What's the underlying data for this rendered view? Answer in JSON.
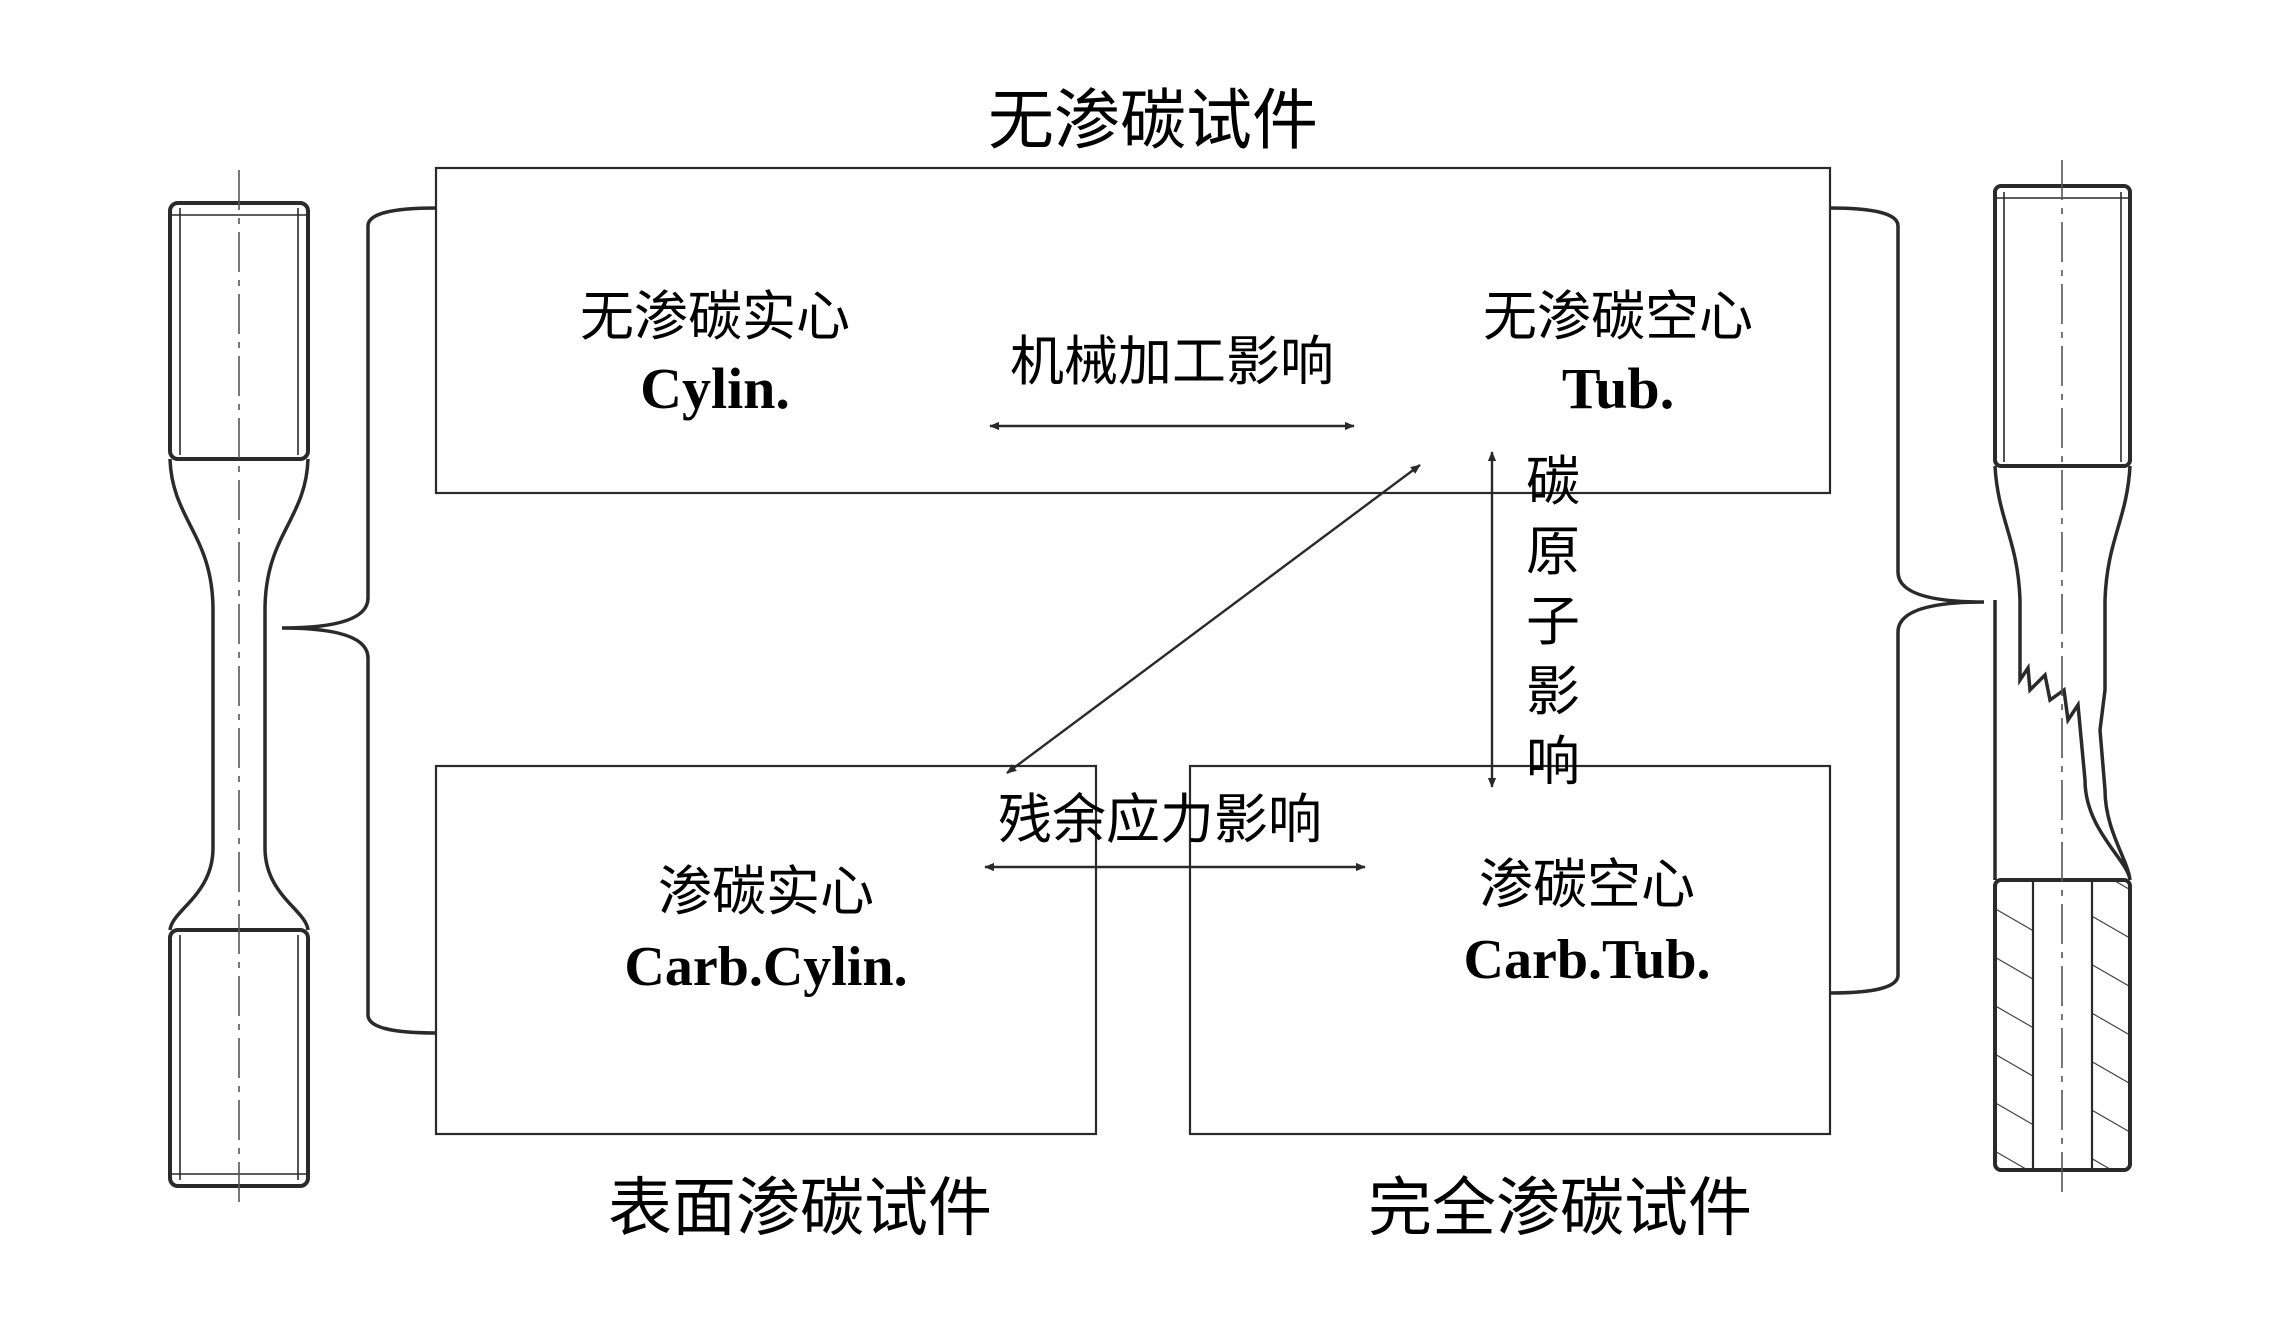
{
  "titles": {
    "top": "无渗碳试件",
    "bottom_left": "表面渗碳试件",
    "bottom_right": "完全渗碳试件"
  },
  "boxes": {
    "uncarb_solid": {
      "cn": "无渗碳实心",
      "en": "Cylin."
    },
    "uncarb_tube": {
      "cn": "无渗碳空心",
      "en": "Tub."
    },
    "carb_solid": {
      "cn": "渗碳实心",
      "en": "Carb.Cylin."
    },
    "carb_tube": {
      "cn": "渗碳空心",
      "en": "Carb.Tub."
    }
  },
  "effects": {
    "machining": "机械加工影响",
    "carbon_atoms": [
      "碳",
      "原",
      "子",
      "影",
      "响"
    ],
    "residual_stress": "残余应力影响"
  }
}
